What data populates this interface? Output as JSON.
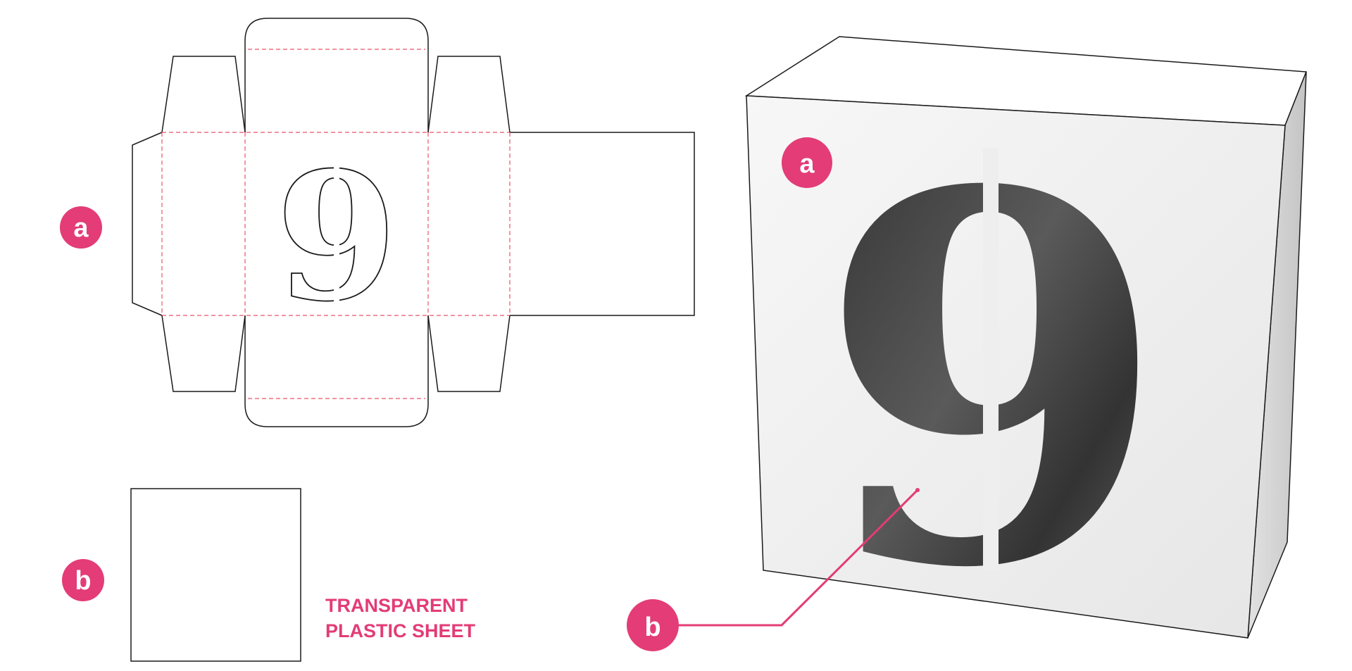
{
  "colors": {
    "accent": "#e33c76",
    "cut_line": "#1a1a1a",
    "fold_line": "#e8546c",
    "box_face": "#f1f1f1",
    "box_side": "#cfcfcf",
    "window": "#3d3d3d"
  },
  "dieline": {
    "glyph": "9",
    "label": "a"
  },
  "sheet": {
    "label": "b",
    "caption_line1": "TRANSPARENT",
    "caption_line2": "PLASTIC SHEET"
  },
  "box_mockup": {
    "glyph": "9",
    "label_front": "a",
    "label_window": "b"
  }
}
